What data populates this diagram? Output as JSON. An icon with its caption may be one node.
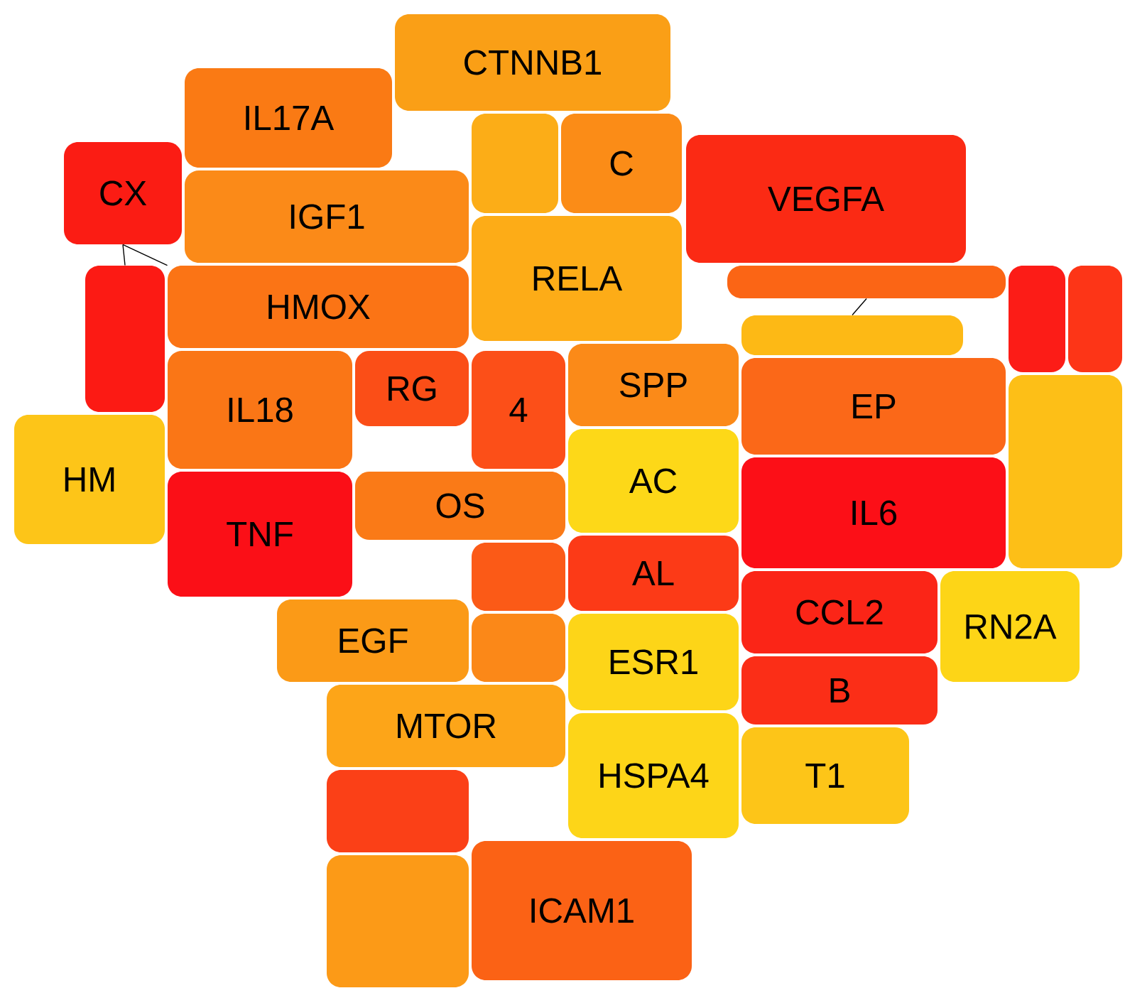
{
  "diagram": {
    "nodes": [
      {
        "text": [
          "CX"
        ]
      },
      {
        "text": [
          "IGF1"
        ]
      },
      {
        "text": [
          "IL17A"
        ]
      },
      {
        "text": [],
        "shape": "box"
      },
      {
        "text": [
          "CTNNB1"
        ]
      },
      {
        "text": [
          "C"
        ]
      },
      {
        "text": [],
        "shape": "box"
      },
      {
        "text": [
          "VEGFA"
        ]
      },
      {
        "text": [
          "RELA"
        ]
      },
      {
        "text": [],
        "shape": "box"
      },
      {
        "text": [],
        "shape": "box"
      },
      {
        "text": [],
        "shape": "box"
      },
      {
        "text": [],
        "shape": "box"
      },
      {
        "text": [
          "HMOX"
        ]
      },
      {
        "text": [
          "SPP"
        ]
      },
      {
        "text": [
          "RG"
        ]
      },
      {
        "text": [
          "4"
        ]
      },
      {
        "text": [
          "EP"
        ]
      },
      {
        "text": [
          "HM"
        ]
      },
      {
        "text": [
          "IL18"
        ]
      },
      {
        "text": [
          "AC"
        ]
      },
      {
        "text": [],
        "shape": "box"
      },
      {
        "text": [
          "IL6"
        ]
      },
      {
        "text": [
          "OS"
        ]
      },
      {
        "text": [
          "TNF"
        ]
      },
      {
        "text": [
          "AL"
        ]
      },
      {
        "text": [
          "RN2A"
        ]
      },
      {
        "text": [
          "CCL2"
        ]
      },
      {
        "text": [
          "EGF"
        ]
      },
      {
        "text": [],
        "shape": "box"
      },
      {
        "text": [],
        "shape": "box"
      },
      {
        "text": [
          "B"
        ]
      },
      {
        "text": [],
        "shape": "box"
      },
      {
        "text": [
          "MTOR"
        ]
      },
      {
        "text": [
          "T1"
        ]
      },
      {
        "text": [
          "HSPA4"
        ]
      },
      {
        "text": [
          "ESR1"
        ]
      },
      {
        "text": [],
        "shape": "box"
      },
      {
        "text": [
          "ICAM1"
        ]
      }
    ],
    "edges": [
      {
        "from": 0,
        "to": 12,
        "arrow": "none"
      },
      {
        "from": 0,
        "to": 13,
        "arrow": "none"
      },
      {
        "from": 6,
        "to": 9,
        "arrow": "none"
      }
    ]
  }
}
